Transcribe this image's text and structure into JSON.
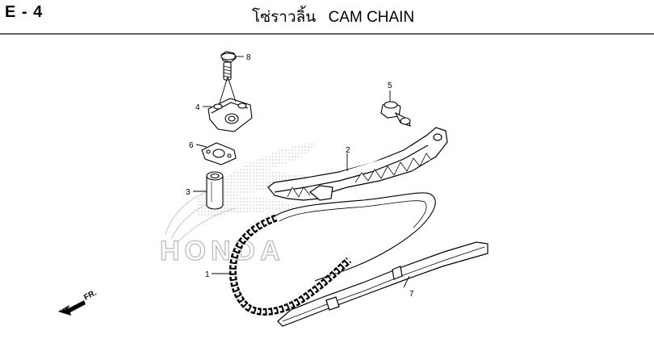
{
  "header": {
    "page_code": "E - 4",
    "title_thai": "โซ่ราวลิ้น",
    "title_en": "CAM CHAIN"
  },
  "watermark": {
    "brand": "HONDA"
  },
  "direction": {
    "label": "FR."
  },
  "callouts": [
    {
      "number": "1",
      "part": "cam-chain"
    },
    {
      "number": "2",
      "part": "cam-chain-tensioner-slider"
    },
    {
      "number": "3",
      "part": "tensioner-lifter"
    },
    {
      "number": "4",
      "part": "tensioner-holder"
    },
    {
      "number": "5",
      "part": "pivot-bolt"
    },
    {
      "number": "6",
      "part": "gasket"
    },
    {
      "number": "7",
      "part": "cam-chain-guide"
    },
    {
      "number": "8",
      "part": "bolt"
    }
  ],
  "colors": {
    "line": "#000000",
    "rule": "#666666",
    "watermark": "#b8b8b8"
  }
}
